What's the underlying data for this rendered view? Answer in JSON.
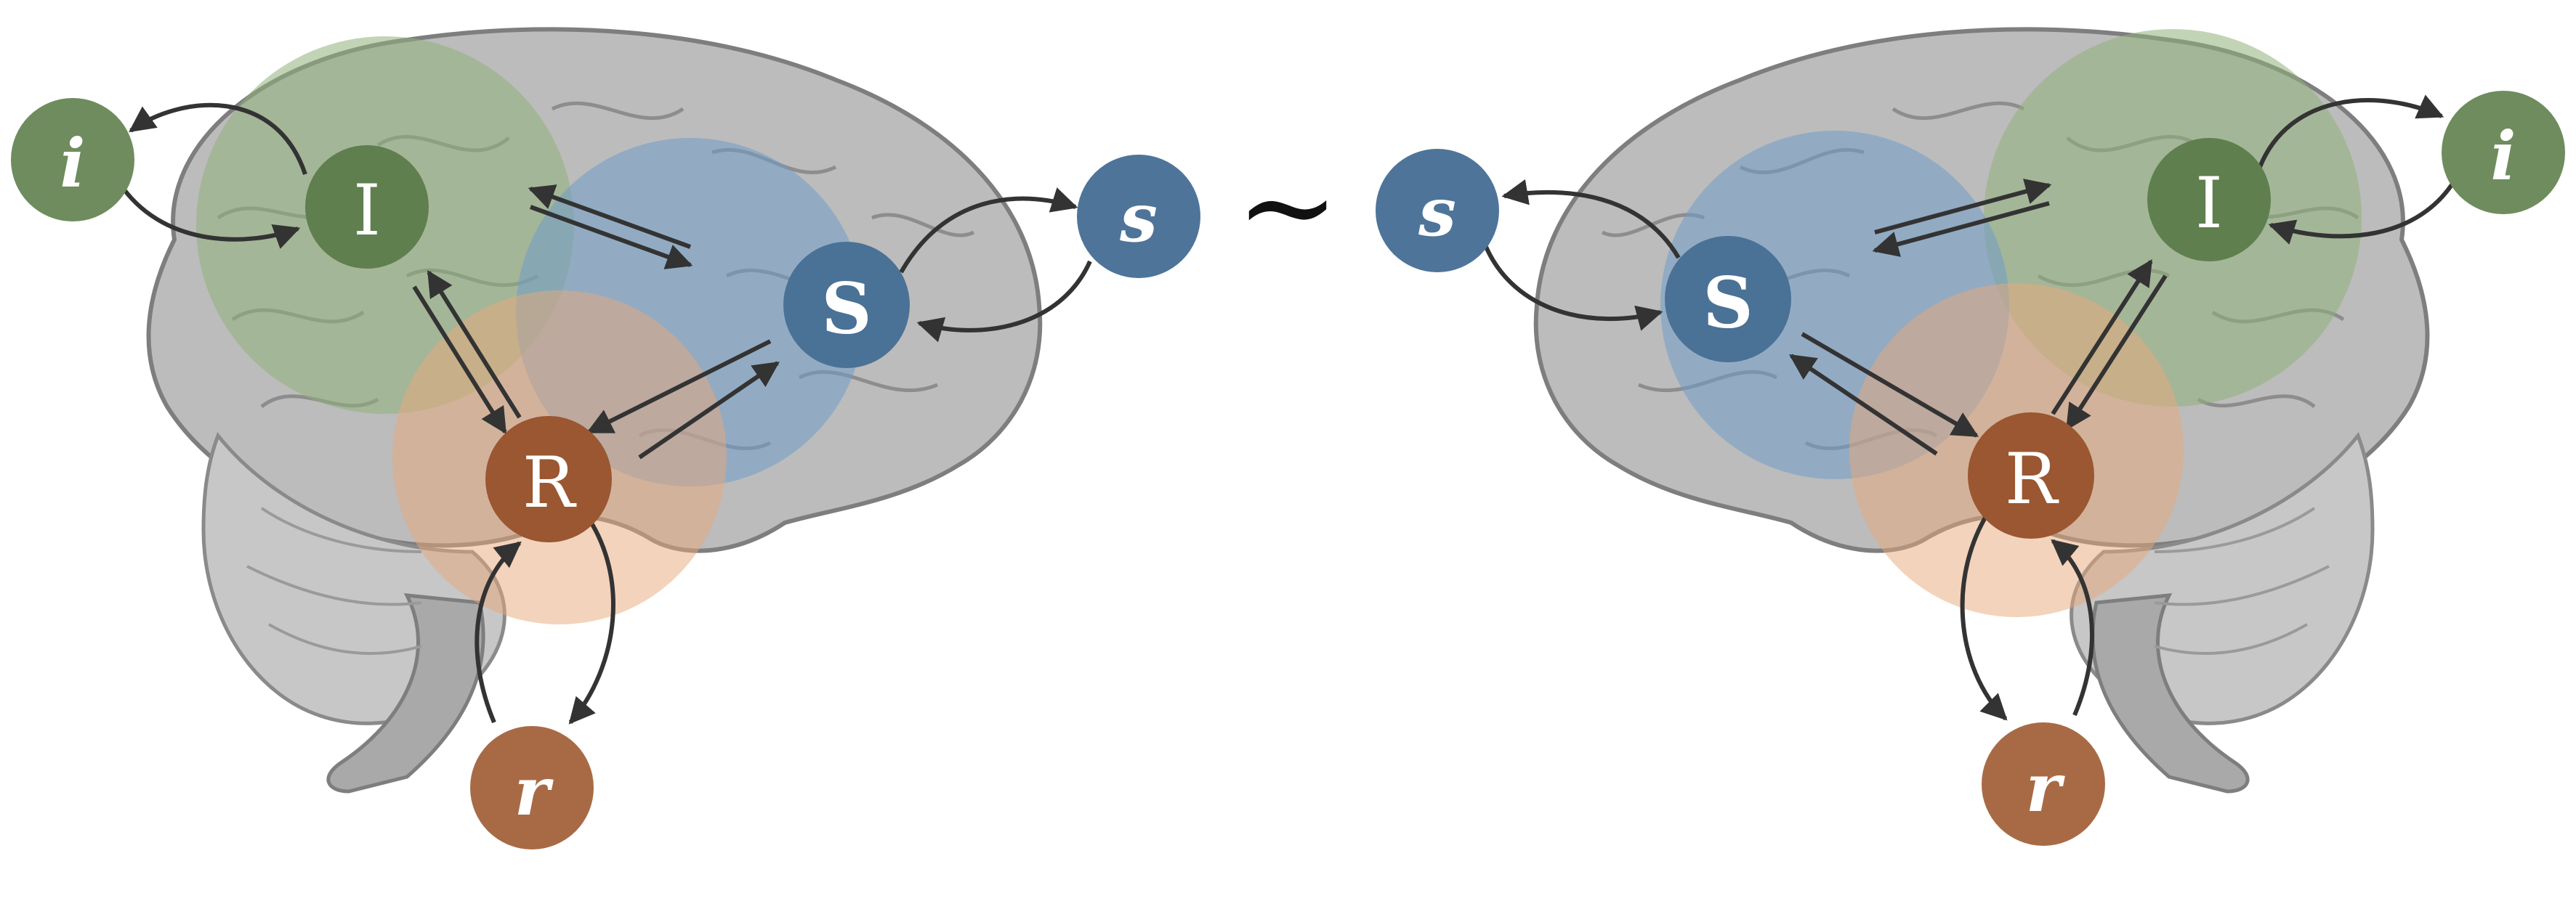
{
  "colors": {
    "I": "#5f7f4e",
    "S": "#4a7196",
    "R": "#9a5731",
    "i": "#6e8c5d",
    "s": "#4e7499",
    "r": "#a86a45",
    "region_I": "#8fb07a",
    "region_S": "#6f9cc8",
    "region_R": "#e7a779",
    "brain_fill": "#b9b9b9",
    "brain_stroke": "#7e7e7e",
    "arrow": "#333333"
  },
  "diagram": {
    "separator": "~",
    "left": {
      "I": "I",
      "S": "S",
      "R": "R",
      "i": "i",
      "s": "s",
      "r": "r"
    },
    "right": {
      "I": "I",
      "S": "S",
      "R": "R",
      "i": "i",
      "s": "s",
      "r": "r"
    }
  }
}
